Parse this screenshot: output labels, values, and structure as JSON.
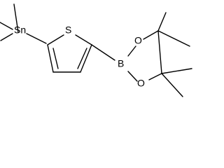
{
  "molecule": {
    "atoms": {
      "tin": "Sn",
      "sulfur": "S",
      "boron": "B",
      "oxygen_top": "O",
      "oxygen_bottom": "O"
    }
  }
}
